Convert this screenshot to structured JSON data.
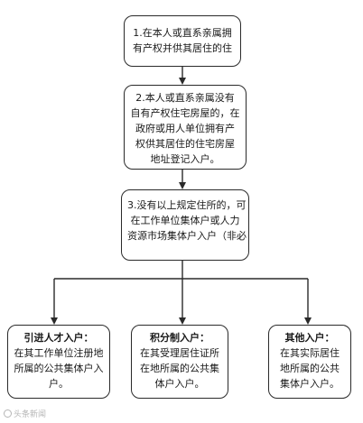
{
  "step1": {
    "lines": [
      "1.在本人或直系亲属拥",
      "有产权并供其居住的住"
    ]
  },
  "step2": {
    "lines": [
      "2.本人或直系亲属没有",
      "自有产权住宅房屋的，在",
      "政府或用人单位拥有产",
      "权供其居住的住宅房屋",
      "地址登记入户。"
    ]
  },
  "step3": {
    "lines": [
      "3.没有以上规定住所的，可",
      "在工作单位集体户或人力",
      "资源市场集体户入户（非必"
    ]
  },
  "option_a": {
    "title": "引进人才入户：",
    "lines": [
      "在其工作单位注册地",
      "所属的公共集体户入",
      "户。"
    ]
  },
  "option_b": {
    "title": "积分制入户：",
    "lines": [
      "在其受理居住证所",
      "在地所属的公共集",
      "体户入户。"
    ]
  },
  "option_c": {
    "title": "其他入户：",
    "lines": [
      "在其实际居住",
      "地所属的公共",
      "集体户入户。"
    ]
  },
  "watermark": {
    "text": "头条新闻"
  }
}
